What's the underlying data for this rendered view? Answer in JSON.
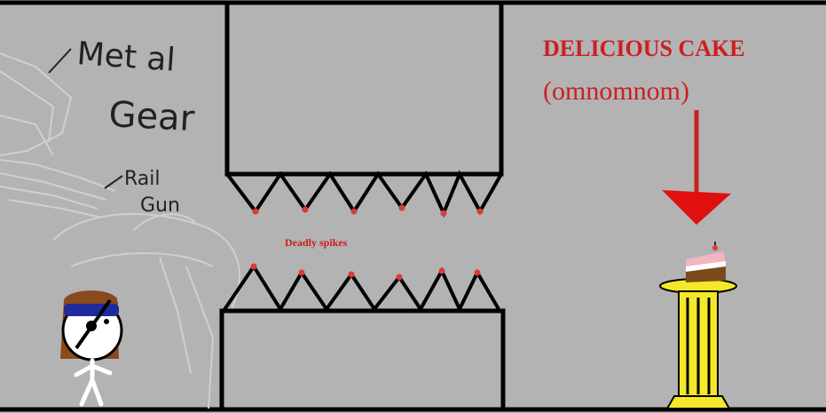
{
  "sketch_labels": {
    "line1": "Met al",
    "line2": "Gear",
    "line3": "Rail",
    "line4": "Gun"
  },
  "hazard_label": "Deadly spikes",
  "goal": {
    "title": "DELICIOUS CAKE",
    "subtitle": "(omnomnom)"
  },
  "colors": {
    "background": "#b3b3b3",
    "ink": "#000000",
    "accent_red": "#cc1f1f",
    "spike_tip": "#d93a3a",
    "pillar_yellow": "#f5e82a",
    "hair_brown": "#8a4a1e",
    "headband_blue": "#1f2a9c",
    "cake_pink": "#f3b5bf",
    "cake_brown": "#7a4a1a"
  }
}
